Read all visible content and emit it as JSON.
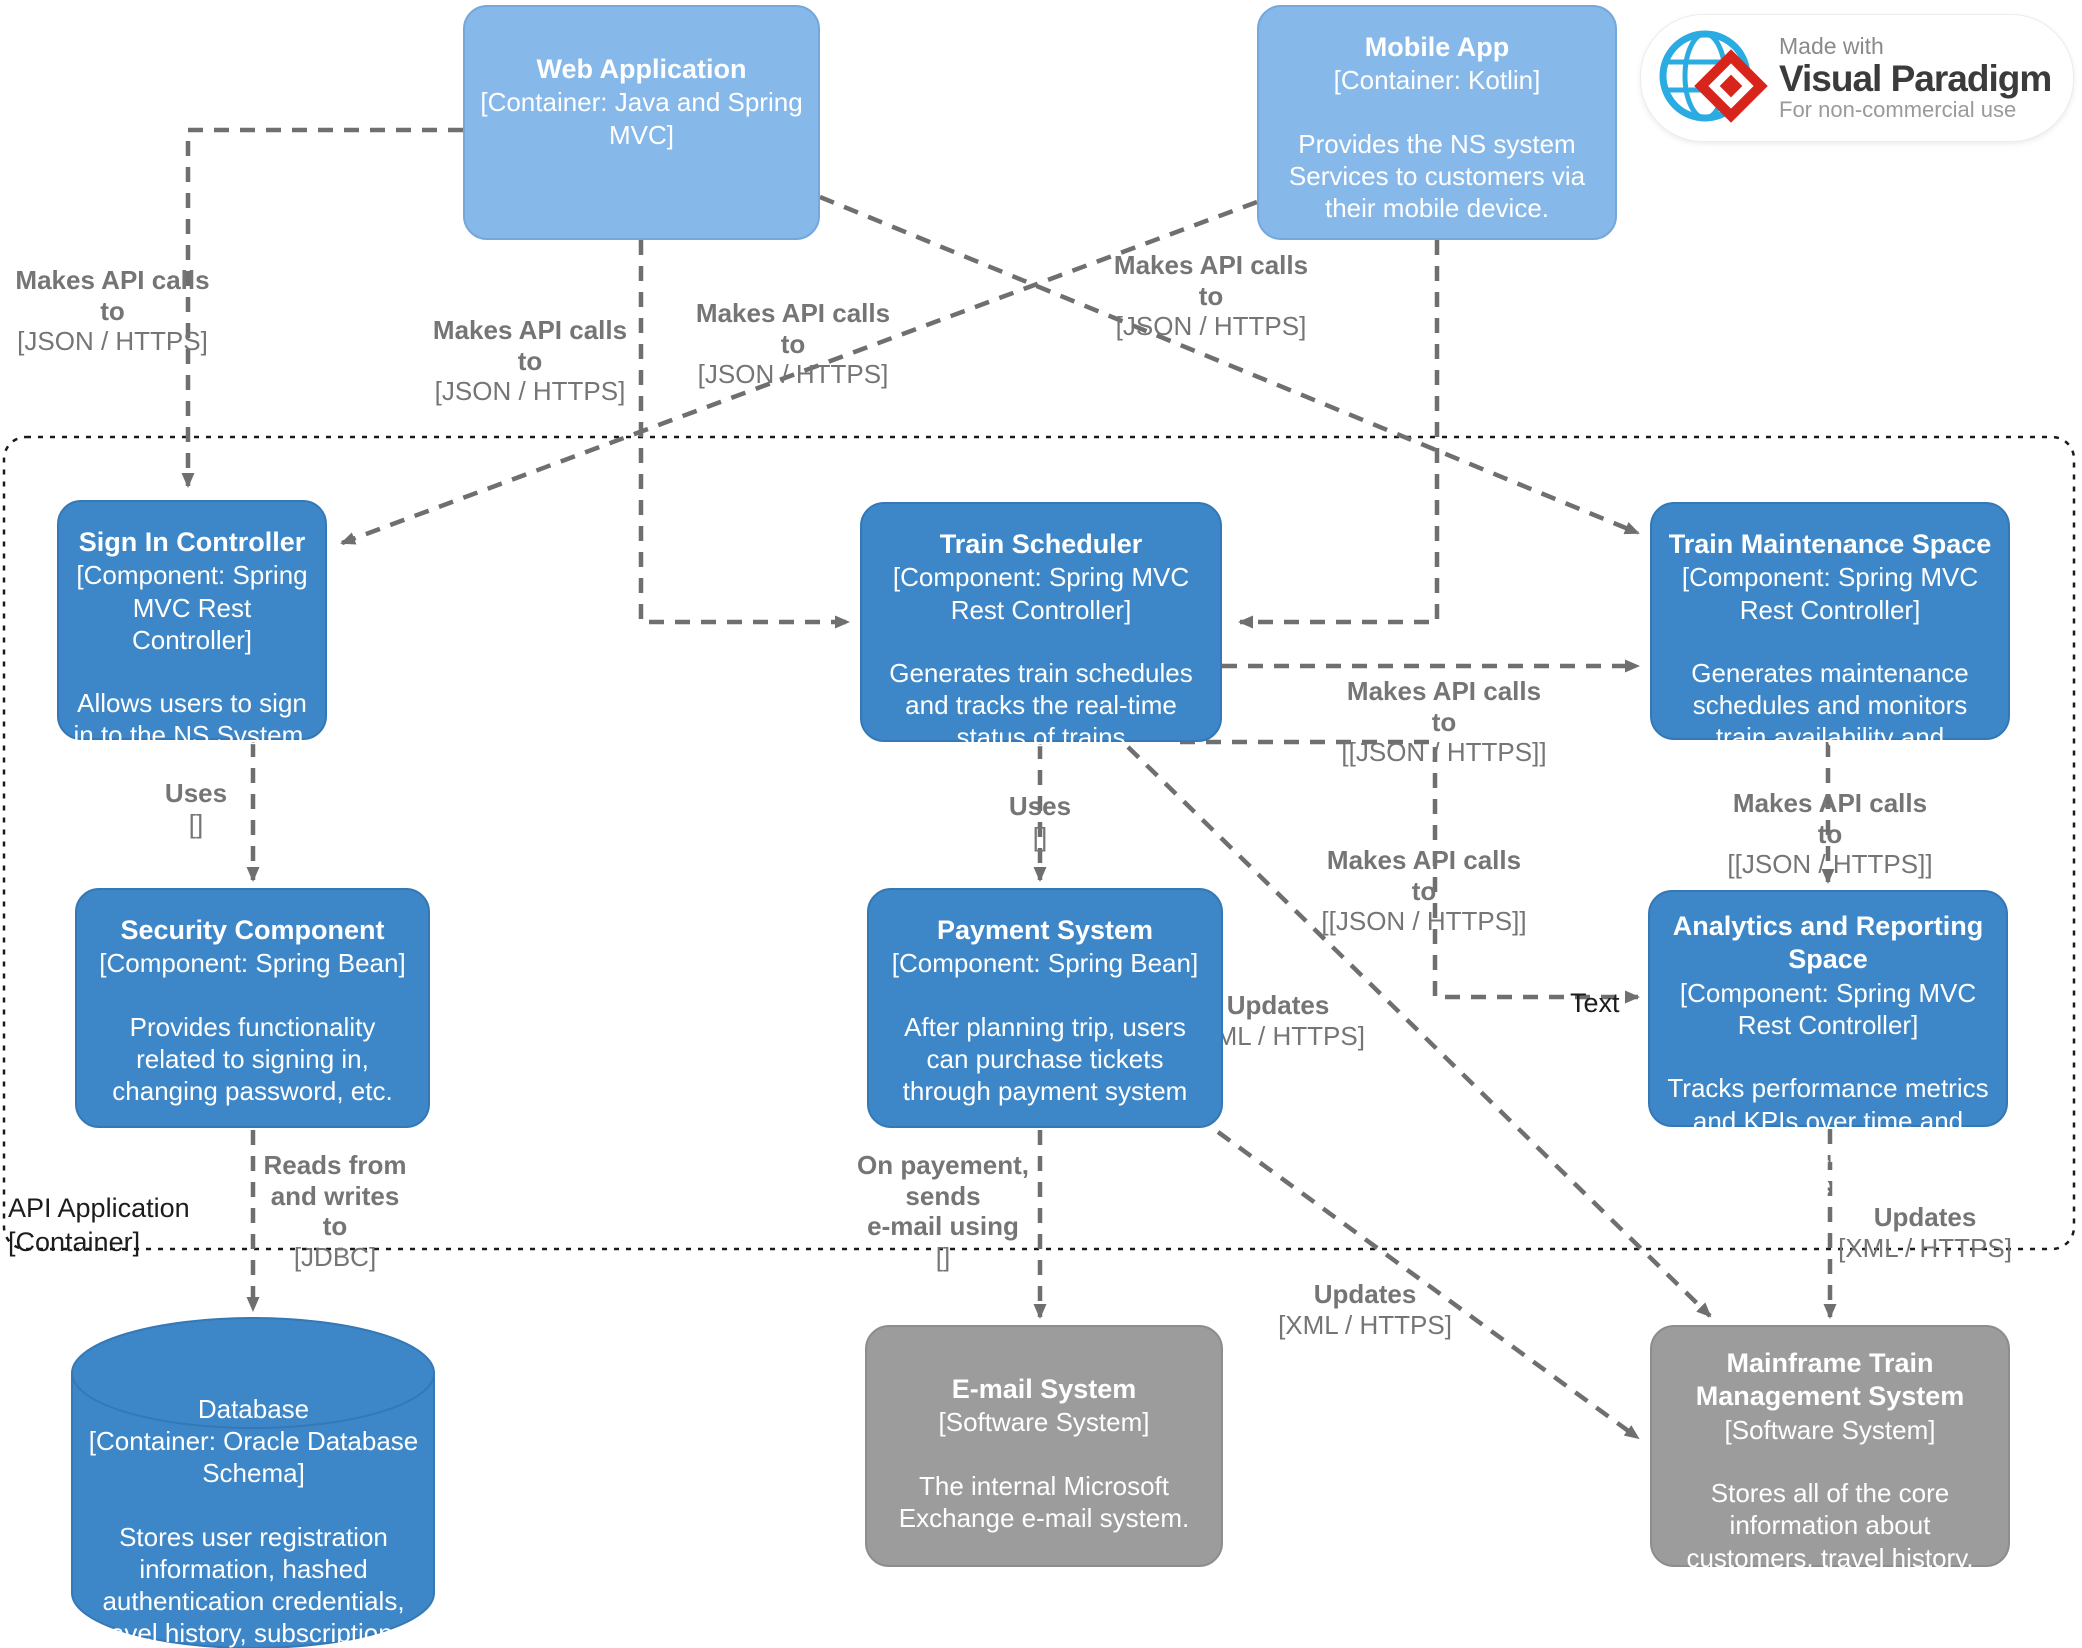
{
  "nodes": {
    "web_app": {
      "title": "Web Application",
      "subtitle": "[Container: Java and Spring MVC]"
    },
    "mobile_app": {
      "title": "Mobile App",
      "subtitle": "[Container: Kotlin]",
      "description": "Provides the NS system Services to customers via their mobile device."
    },
    "sign_in": {
      "title": "Sign In Controller",
      "subtitle": "[Component: Spring MVC Rest Controller]",
      "description": "Allows users to sign in to the NS System."
    },
    "train_scheduler": {
      "title": "Train Scheduler",
      "subtitle": "[Component: Spring MVC Rest Controller]",
      "description": "Generates train schedules and tracks the real-time status of trains"
    },
    "train_maintenance": {
      "title": "Train Maintenance Space",
      "subtitle": "[Component: Spring MVC Rest Controller]",
      "description": "Generates maintenance schedules and monitors train availability and maintenance requirements"
    },
    "security": {
      "title": "Security Component",
      "subtitle": "[Component: Spring Bean]",
      "description": "Provides functionality related to signing in, changing password, etc."
    },
    "payment": {
      "title": "Payment System",
      "subtitle": "[Component: Spring Bean]",
      "description": "After planning trip, users can purchase tickets through payment system"
    },
    "analytics": {
      "title": "Analytics and Reporting Space",
      "subtitle": "[Component: Spring MVC Rest Controller]",
      "description": "Tracks performance metrics and KPIs over time and analyses trends and forecast future performance."
    },
    "email": {
      "title": "E-mail System",
      "subtitle": "[Software System]",
      "description": "The internal Microsoft Exchange e-mail system."
    },
    "mainframe": {
      "title": "Mainframe Train Management System",
      "subtitle": "[Software System]",
      "description": "Stores all of the core information about customers, travel history, transactions, etc."
    },
    "database": {
      "title": "Database",
      "subtitle": "[Container: Oracle Database Schema]",
      "description": "Stores user registration information, hashed authentication credentials, travel history, subscriptions, etc."
    }
  },
  "boundary": {
    "line1": "API Application",
    "line2": "[Container]"
  },
  "edge_labels": {
    "web_signin": {
      "line1": "Makes API calls to",
      "line2": "[JSON / HTTPS]"
    },
    "web_ts": {
      "line1": "Makes API calls to",
      "line2": "[JSON / HTTPS]"
    },
    "mobile_signin": {
      "line1": "Makes API calls to",
      "line2": "[JSON / HTTPS]"
    },
    "mobile_ts": {
      "line1": "Makes API calls to",
      "line2": "[JSON / HTTPS]"
    },
    "ts_tms": {
      "line1": "Makes API calls to",
      "line2": "[[JSON / HTTPS]]"
    },
    "ts_analytics": {
      "line1": "Makes API calls to",
      "line2": "[[JSON / HTTPS]]"
    },
    "tms_analytics": {
      "line1": "Makes API calls to",
      "line2": "[[JSON / HTTPS]]"
    },
    "signin_security": {
      "line1": "Uses",
      "line2": "[]"
    },
    "ts_payment": {
      "line1": "Uses",
      "line2": "[]"
    },
    "security_db": {
      "line1": "Reads from",
      "line2": "and writes to",
      "line3": "[JDBC]"
    },
    "payment_email": {
      "line1": "On payement, sends",
      "line2": "e-mail using",
      "line3": "[]"
    },
    "ts_mainframe": {
      "line1": "Updates",
      "line2": "[XML / HTTPS]"
    },
    "payment_mainframe": {
      "line1": "Updates",
      "line2": "[XML / HTTPS]"
    },
    "analytics_mainframe": {
      "line1": "Updates",
      "line2": "[XML / HTTPS]"
    },
    "text_label": {
      "line1": "Text"
    }
  },
  "badge": {
    "made_with": "Made with",
    "brand": "Visual Paradigm",
    "subtext": "For non-commercial use"
  },
  "colors": {
    "component_blue": "#3d87c9",
    "container_light_blue": "#86b9ea",
    "external_gray": "#9c9c9c",
    "connector_gray": "#6f6f6f",
    "label_gray": "#757575",
    "badge_red": "#d8251c",
    "badge_globe_blue": "#2aabe2"
  }
}
